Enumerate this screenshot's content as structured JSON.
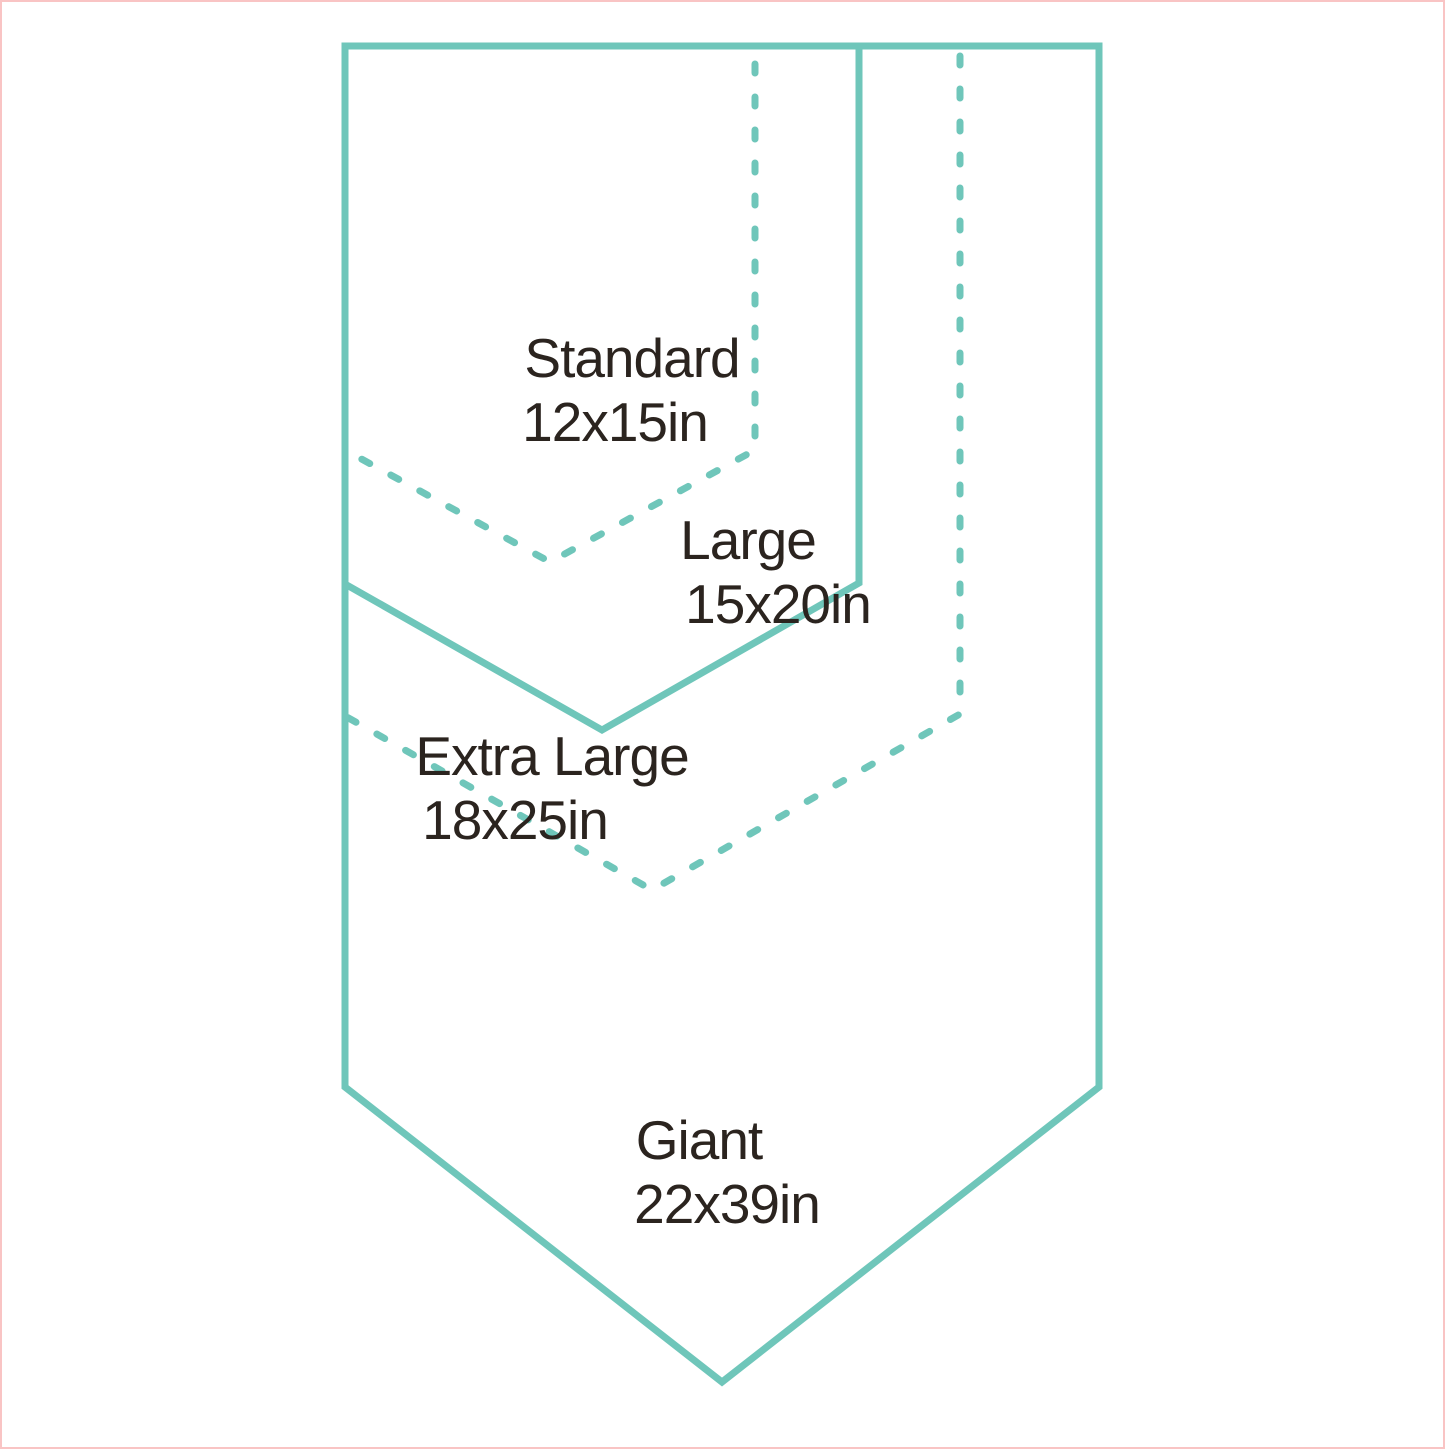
{
  "colors": {
    "outline_teal": "#6fc6ba",
    "text": "#2b241f",
    "border_pink": "#f9c4c4",
    "background": "#ffffff"
  },
  "sizes": [
    {
      "name": "Standard",
      "dimensions": "12x15in",
      "outline_style": "dashed"
    },
    {
      "name": "Large",
      "dimensions": "15x20in",
      "outline_style": "solid"
    },
    {
      "name": "Extra Large",
      "dimensions": "18x25in",
      "outline_style": "dashed"
    },
    {
      "name": "Giant",
      "dimensions": "22x39in",
      "outline_style": "solid"
    }
  ]
}
